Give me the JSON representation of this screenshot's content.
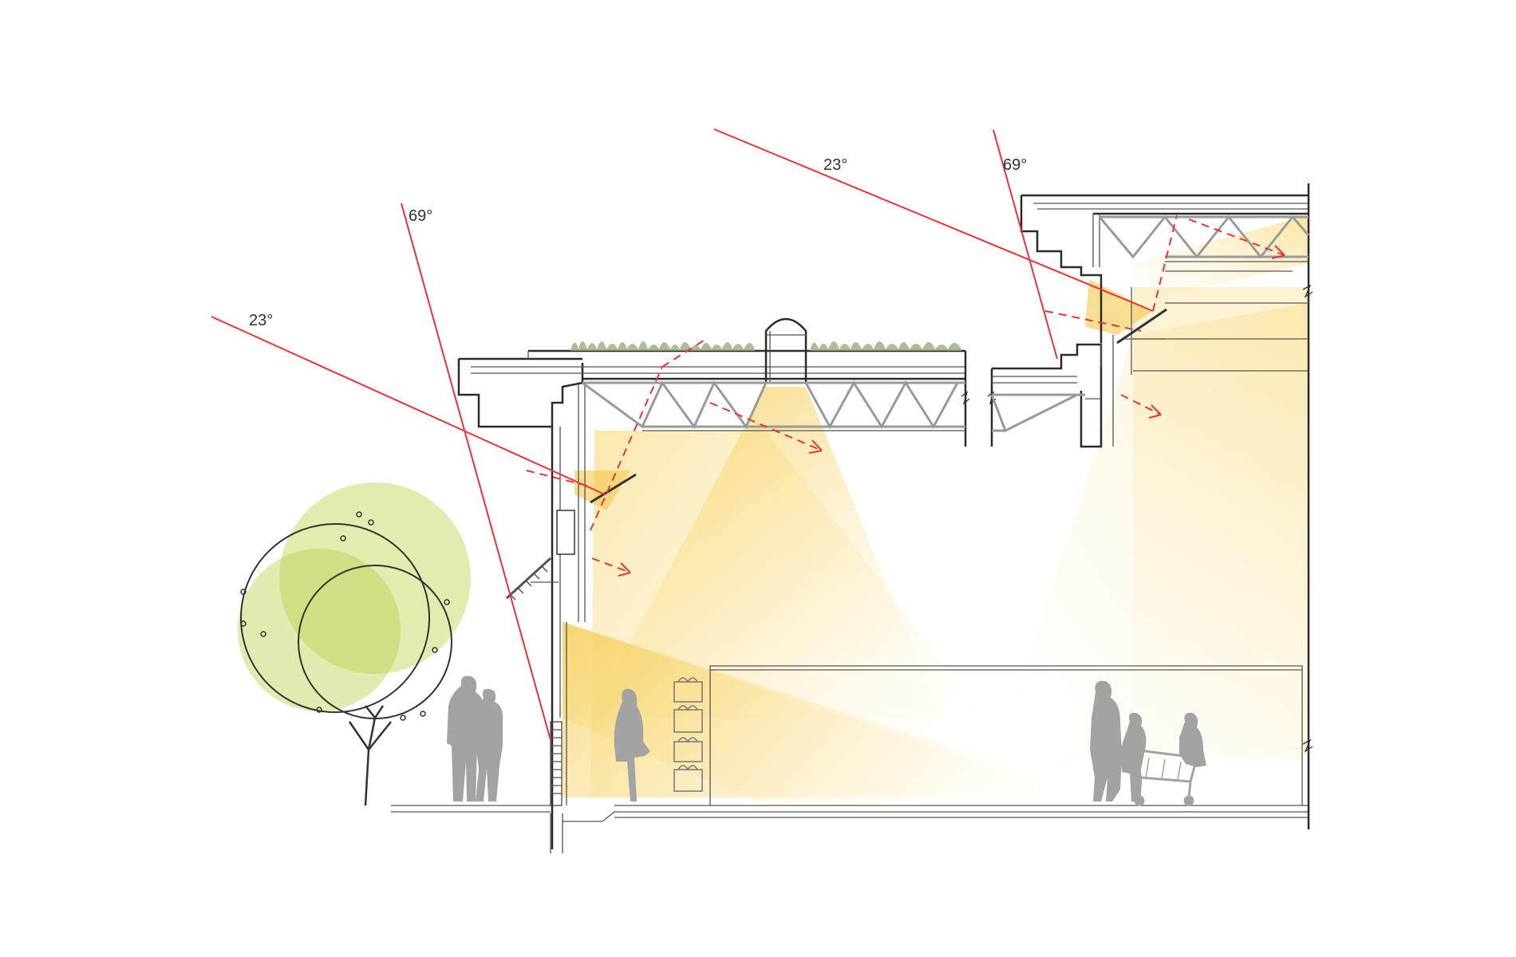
{
  "labels": {
    "left_low_angle": "23°",
    "left_high_angle": "69°",
    "right_low_angle": "23°",
    "right_high_angle": "69°"
  },
  "colors": {
    "sun_ray": "#e8333a",
    "light_beam": "#f5cf5a",
    "tree_canopy": "#c9dc6e",
    "structure": "#2b2b2b",
    "truss": "#9a9a9a",
    "people": "#a3a3a3",
    "green_roof": "#8a9a6a"
  },
  "icons": [
    "tree-icon",
    "person-silhouette-icon",
    "shopping-cart-icon",
    "skylight-dome-icon"
  ]
}
